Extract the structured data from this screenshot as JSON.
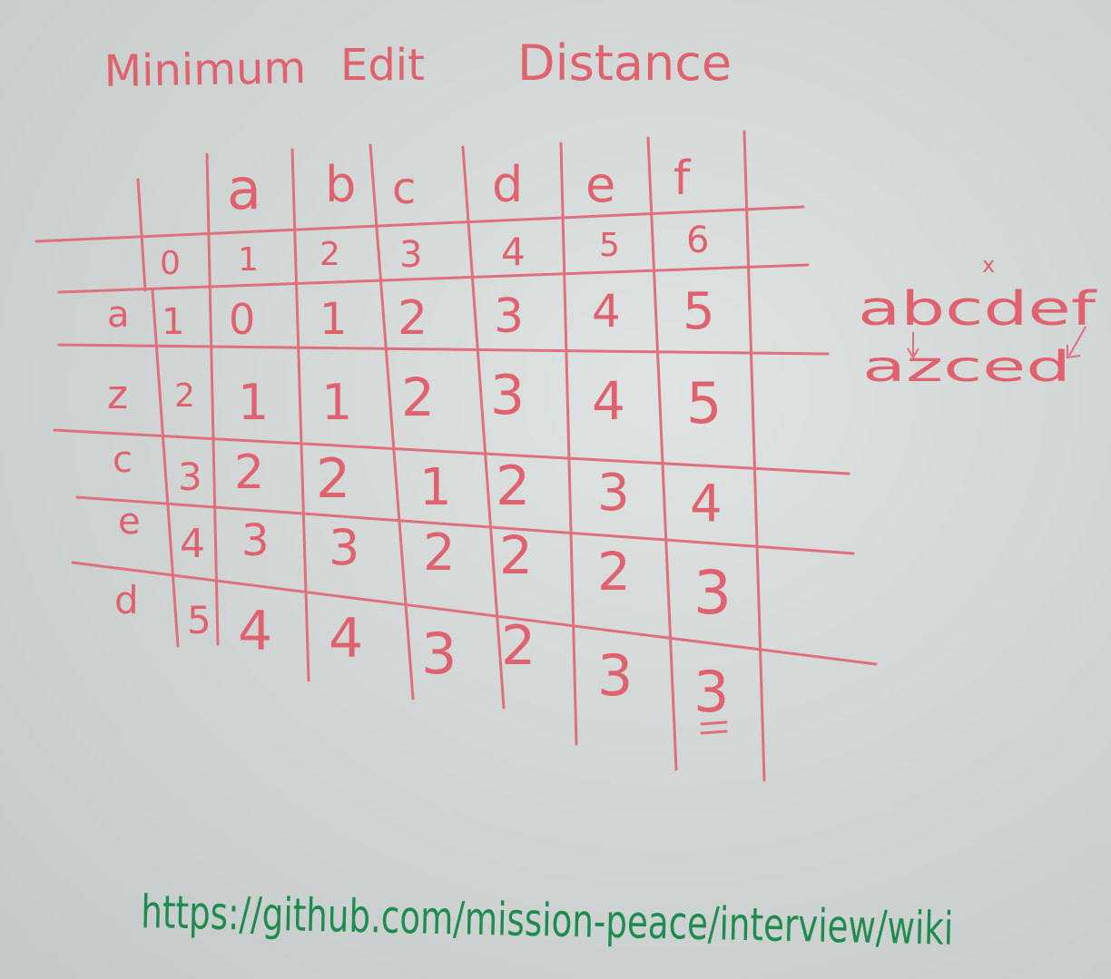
{
  "title": {
    "word1": "Minimum",
    "word2": "Edit",
    "word3": "Distance"
  },
  "columns": [
    "a",
    "b",
    "c",
    "d",
    "e",
    "f"
  ],
  "rows": [
    {
      "char": "",
      "values": [
        "0",
        "1",
        "2",
        "3",
        "4",
        "5",
        "6"
      ]
    },
    {
      "char": "a",
      "values": [
        "1",
        "0",
        "1",
        "2",
        "3",
        "4",
        "5"
      ]
    },
    {
      "char": "z",
      "values": [
        "2",
        "1",
        "1",
        "2",
        "3",
        "4",
        "5"
      ]
    },
    {
      "char": "c",
      "values": [
        "3",
        "2",
        "2",
        "1",
        "2",
        "3",
        "4"
      ]
    },
    {
      "char": "e",
      "values": [
        "4",
        "3",
        "3",
        "2",
        "2",
        "2",
        "3"
      ]
    },
    {
      "char": "d",
      "values": [
        "5",
        "4",
        "4",
        "3",
        "2",
        "3",
        "3"
      ]
    }
  ],
  "side_note": {
    "top": "abcdef",
    "bottom": "azced",
    "mark": "x"
  },
  "url": "https://github.com/mission-peace/interview/wiki",
  "colors": {
    "marker_red": "#e0626f",
    "marker_green": "#1f8c4f",
    "board": "#d2d7d6"
  }
}
